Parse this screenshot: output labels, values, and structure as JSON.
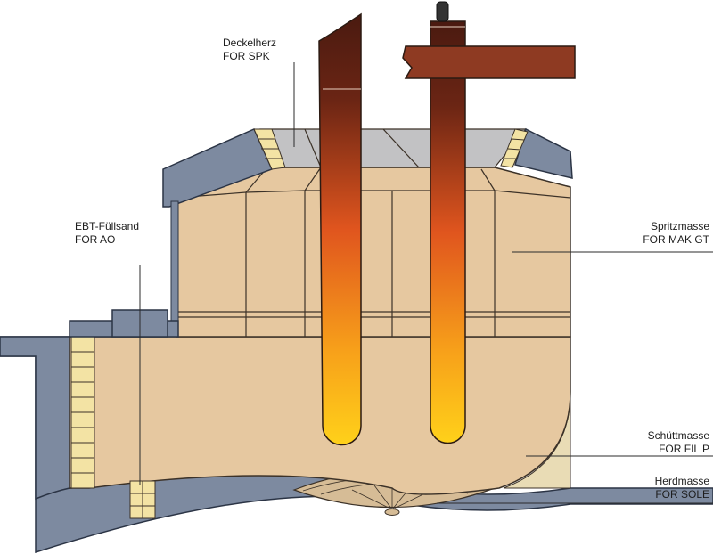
{
  "labels": {
    "deckelherz": {
      "name": "Deckelherz",
      "product": "FOR SPK"
    },
    "ebt": {
      "name": "EBT-Füllsand",
      "product": "FOR AO"
    },
    "spritzmasse": {
      "name": "Spritzmasse",
      "product": "FOR MAK GT"
    },
    "schuettmasse": {
      "name": "Schüttmasse",
      "product": "FOR FIL P"
    },
    "herdmasse": {
      "name": "Herdmasse",
      "product": "FOR SOLE"
    }
  },
  "colors": {
    "steel_shell": "#7d8aa0",
    "steel_outline": "#2b3445",
    "brick_lining": "#e6c8a0",
    "brick_joint": "#3c3228",
    "cover_roof": "#c2c2c4",
    "refractory_brick": "#f3e3a4",
    "hearth_mass": "#d6bc96",
    "fill_mass": "#e9dcb5",
    "electrode_top": "#4a1a10",
    "electrode_mid": "#e0551e",
    "electrode_tip": "#ffd11a",
    "electrode_arm": "#8e3a22"
  }
}
